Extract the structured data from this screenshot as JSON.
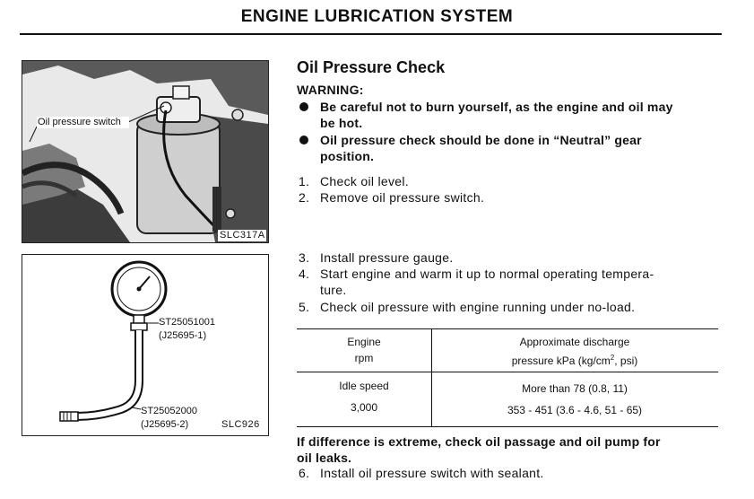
{
  "header": {
    "title": "ENGINE LUBRICATION SYSTEM"
  },
  "figure1": {
    "label": "Oil pressure switch",
    "code": "SLC317A"
  },
  "figure2": {
    "tool1_line1": "ST25051001",
    "tool1_line2": "(J25695-1)",
    "tool2_line1": "ST25052000",
    "tool2_line2": "(J25695-2)",
    "code": "SLC926"
  },
  "section": {
    "title": "Oil Pressure Check",
    "warning_title": "WARNING:",
    "warnings": [
      {
        "line1": "Be careful not to burn yourself, as the engine and oil may",
        "line2": "be hot."
      },
      {
        "line1": "Oil pressure check should be done in “Neutral” gear",
        "line2": "position."
      }
    ],
    "steps_a": [
      {
        "num": "1.",
        "text": "Check oil level."
      },
      {
        "num": "2.",
        "text": "Remove oil pressure switch."
      }
    ],
    "steps_b": [
      {
        "num": "3.",
        "text": "Install pressure gauge."
      },
      {
        "num": "4.",
        "line1": "Start engine and warm it up to normal operating tempera-",
        "line2": "ture."
      },
      {
        "num": "5.",
        "text": "Check oil pressure with engine running under no-load."
      }
    ]
  },
  "table": {
    "header_col1_line1": "Engine",
    "header_col1_line2": "rpm",
    "header_col2_line1": "Approximate discharge",
    "header_col2_line2_pre": "pressure kPa (kg/cm",
    "header_col2_sup": "2",
    "header_col2_line2_post": ", psi)",
    "rows": [
      {
        "rpm": "Idle speed",
        "pressure": "More than 78 (0.8, 11)"
      },
      {
        "rpm": "3,000",
        "pressure": "353 - 451 (3.6 - 4.6, 51 - 65)"
      }
    ]
  },
  "note": {
    "line1": "If difference is extreme, check oil passage and oil pump for",
    "line2": "oil leaks."
  },
  "step6": {
    "num": "6.",
    "text": "Install oil pressure switch with sealant."
  }
}
